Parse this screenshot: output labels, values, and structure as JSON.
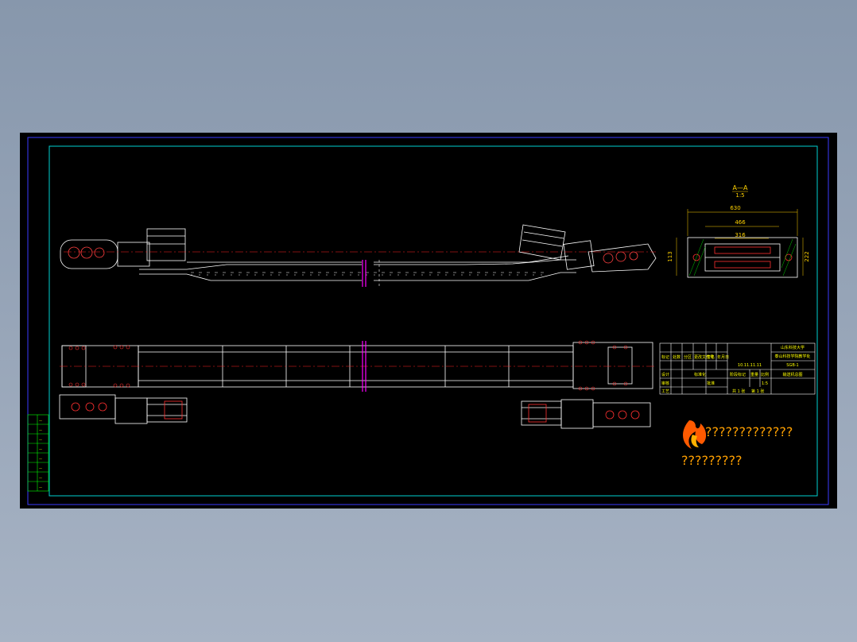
{
  "section": {
    "title": "A—A",
    "scale": "1:5"
  },
  "dimensions": {
    "overall_width": "630",
    "inner_width": "466",
    "slot_width": "316",
    "left_height": "113",
    "right_height": "222"
  },
  "title_block": {
    "university": "山东科技大学",
    "college": "泰山科技学院教学处",
    "drawing_no": "SGB-1",
    "drawing_name": "输送机总图",
    "code": "10.11.11.11",
    "scale_value": "1:5",
    "sheet_total": "共 1 张",
    "sheet_index": "第 1 张",
    "col_labels": [
      "标记",
      "处数",
      "分区",
      "更改文件号",
      "签名",
      "年月日"
    ],
    "row_labels": [
      "设计",
      "审核",
      "工艺"
    ],
    "design_labels": [
      "标准化",
      "批准"
    ],
    "stage_labels": [
      "阶段标记",
      "重量",
      "比例"
    ]
  },
  "watermark": {
    "line1": "?????????????",
    "line2": "?????????"
  },
  "side_table_rows": [
    "—",
    "—",
    "—",
    "—",
    "—",
    "—",
    "—",
    "—"
  ],
  "colors": {
    "background": "#000000",
    "frame": "#3a3aff",
    "inner_frame": "#00d0d0",
    "lines": "#ffffff",
    "centerline": "#ff2020",
    "dimension": "#ffd200",
    "section_cut": "#ff00ff",
    "hatch": "#00ff00",
    "workspace": "#8b9cb0"
  }
}
